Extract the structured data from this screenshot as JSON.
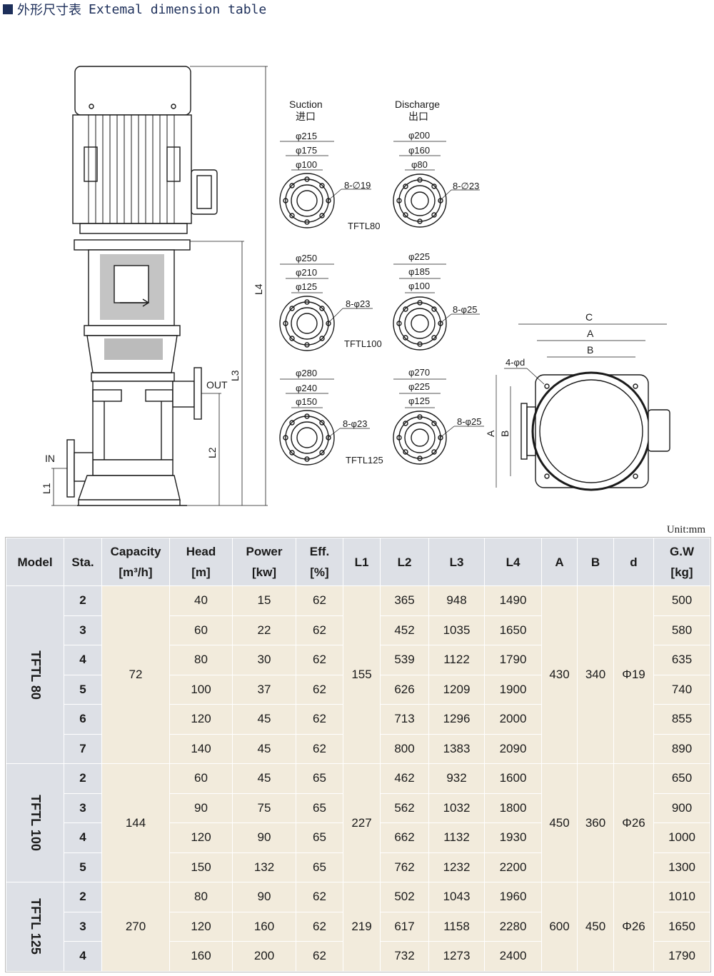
{
  "title": {
    "cn": "外形尺寸表",
    "en": "Extemal dimension table"
  },
  "drawing": {
    "labels": {
      "l1": "L1",
      "l2": "L2",
      "l3": "L3",
      "l4": "L4",
      "in": "IN",
      "out": "OUT",
      "c": "C",
      "a": "A",
      "b": "B",
      "hole": "4-φd"
    },
    "suction": {
      "en": "Suction",
      "cn": "进口"
    },
    "discharge": {
      "en": "Discharge",
      "cn": "出口"
    },
    "flanges": [
      {
        "model": "TFTL80",
        "suction": [
          "φ215",
          "φ175",
          "φ100"
        ],
        "s_bolts": "8-∅19",
        "discharge": [
          "φ200",
          "φ160",
          "φ80"
        ],
        "d_bolts": "8-∅23"
      },
      {
        "model": "TFTL100",
        "suction": [
          "φ250",
          "φ210",
          "φ125"
        ],
        "s_bolts": "8-φ23",
        "discharge": [
          "φ225",
          "φ185",
          "φ100"
        ],
        "d_bolts": "8-φ25"
      },
      {
        "model": "TFTL125",
        "suction": [
          "φ280",
          "φ240",
          "φ150"
        ],
        "s_bolts": "8-φ23",
        "discharge": [
          "φ270",
          "φ225",
          "φ125"
        ],
        "d_bolts": "8-φ25"
      }
    ]
  },
  "unit": "Unit:mm",
  "table": {
    "headers": {
      "model": "Model",
      "sta": "Sta.",
      "capacity": "Capacity",
      "capacity_unit": "[m³/h]",
      "head": "Head",
      "head_unit": "[m]",
      "power": "Power",
      "power_unit": "[kw]",
      "eff": "Eff.",
      "eff_unit": "[%]",
      "l1": "L1",
      "l2": "L2",
      "l3": "L3",
      "l4": "L4",
      "a": "A",
      "b": "B",
      "d": "d",
      "gw": "G.W",
      "gw_unit": "[kg]"
    },
    "groups": [
      {
        "model": "TFTL 80",
        "capacity": "72",
        "l1": "155",
        "a": "430",
        "b": "340",
        "d": "Φ19",
        "rows": [
          [
            "2",
            "40",
            "15",
            "62",
            "365",
            "948",
            "1490",
            "500"
          ],
          [
            "3",
            "60",
            "22",
            "62",
            "452",
            "1035",
            "1650",
            "580"
          ],
          [
            "4",
            "80",
            "30",
            "62",
            "539",
            "1122",
            "1790",
            "635"
          ],
          [
            "5",
            "100",
            "37",
            "62",
            "626",
            "1209",
            "1900",
            "740"
          ],
          [
            "6",
            "120",
            "45",
            "62",
            "713",
            "1296",
            "2000",
            "855"
          ],
          [
            "7",
            "140",
            "45",
            "62",
            "800",
            "1383",
            "2090",
            "890"
          ]
        ]
      },
      {
        "model": "TFTL 100",
        "capacity": "144",
        "l1": "227",
        "a": "450",
        "b": "360",
        "d": "Φ26",
        "rows": [
          [
            "2",
            "60",
            "45",
            "65",
            "462",
            "932",
            "1600",
            "650"
          ],
          [
            "3",
            "90",
            "75",
            "65",
            "562",
            "1032",
            "1800",
            "900"
          ],
          [
            "4",
            "120",
            "90",
            "65",
            "662",
            "1132",
            "1930",
            "1000"
          ],
          [
            "5",
            "150",
            "132",
            "65",
            "762",
            "1232",
            "2200",
            "1300"
          ]
        ]
      },
      {
        "model": "TFTL 125",
        "capacity": "270",
        "l1": "219",
        "a": "600",
        "b": "450",
        "d": "Φ26",
        "rows": [
          [
            "2",
            "80",
            "90",
            "62",
            "502",
            "1043",
            "1960",
            "1010"
          ],
          [
            "3",
            "120",
            "160",
            "62",
            "617",
            "1158",
            "2280",
            "1650"
          ],
          [
            "4",
            "160",
            "200",
            "62",
            "732",
            "1273",
            "2400",
            "1790"
          ]
        ]
      }
    ]
  }
}
